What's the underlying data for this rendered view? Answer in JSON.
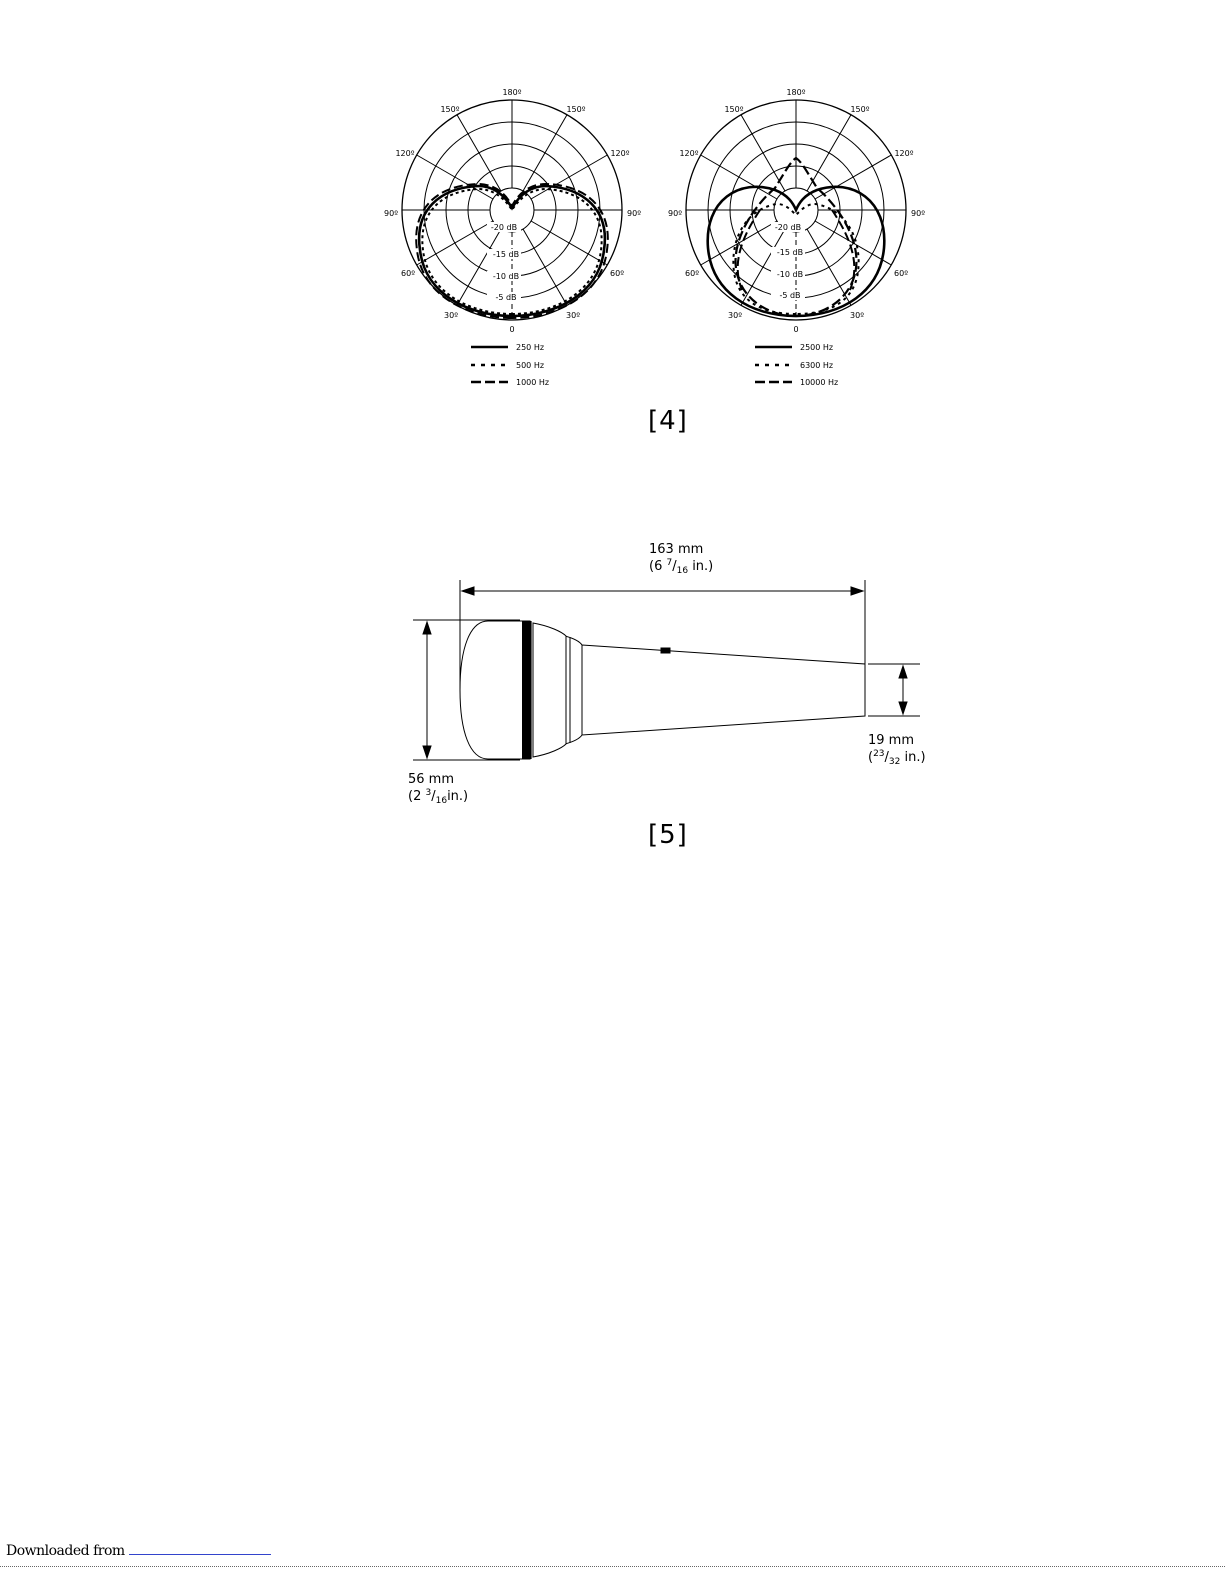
{
  "figure4": {
    "caption": "[4]",
    "left_plot": {
      "angle_labels": {
        "top": "180º",
        "tl150": "150º",
        "tr150": "150º",
        "l120": "120º",
        "r120": "120º",
        "l90": "90º",
        "r90": "90º",
        "l60": "60º",
        "r60": "60º",
        "l30": "30º",
        "r30": "30º",
        "bottom": "0"
      },
      "db_labels": [
        "-20 dB",
        "-15 dB",
        "-10 dB",
        "-5 dB"
      ],
      "legend": [
        {
          "style": "solid",
          "label": "250 Hz"
        },
        {
          "style": "dotted",
          "label": "500 Hz"
        },
        {
          "style": "dashed",
          "label": "1000  Hz"
        }
      ]
    },
    "right_plot": {
      "angle_labels": {
        "top": "180º",
        "tl150": "150º",
        "tr150": "150º",
        "l120": "120º",
        "r120": "120º",
        "l90": "90º",
        "r90": "90º",
        "l60": "60º",
        "r60": "60º",
        "l30": "30º",
        "r30": "30º",
        "bottom": "0"
      },
      "db_labels": [
        "-20 dB",
        "-15 dB",
        "-10 dB",
        "-5 dB"
      ],
      "legend": [
        {
          "style": "solid",
          "label": "2500  Hz"
        },
        {
          "style": "dotted",
          "label": "6300  Hz"
        },
        {
          "style": "dashed",
          "label": "10000  Hz"
        }
      ]
    }
  },
  "figure5": {
    "caption": "[5]",
    "length": {
      "mm": "163 mm",
      "in_prefix": "(6 ",
      "in_num": "7",
      "in_den": "16",
      "in_suffix": " in.)"
    },
    "head_dia": {
      "mm": "56 mm",
      "in_prefix": "(2 ",
      "in_num": "3",
      "in_den": "16",
      "in_suffix": "in.)"
    },
    "tail_dia": {
      "mm": "19 mm",
      "in_prefix": "(",
      "in_num": "23",
      "in_den": "32",
      "in_suffix": " in.)"
    }
  },
  "footer": {
    "text": "Downloaded from "
  }
}
